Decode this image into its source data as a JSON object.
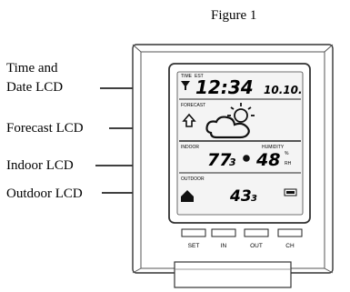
{
  "figure": {
    "title": "Figure 1"
  },
  "callouts": {
    "time_date_line1": "Time and",
    "time_date_line2": "Date LCD",
    "forecast": "Forecast LCD",
    "indoor": "Indoor LCD",
    "outdoor": "Outdoor LCD"
  },
  "lcd": {
    "time_label": "TIME",
    "zone_label": "EST",
    "time": "12:34",
    "date": "10.10.",
    "forecast_label": "FORECAST",
    "indoor_label": "INDOOR",
    "humidity_label": "HUMIDITY",
    "indoor_temp": "77",
    "indoor_temp_decimal": "3",
    "indoor_humidity": "48",
    "rh_label": "RH",
    "outdoor_label": "OUTDOOR",
    "outdoor_temp": "43",
    "outdoor_temp_decimal": "3"
  },
  "buttons": [
    "SET",
    "IN",
    "OUT",
    "CH"
  ],
  "icons": {
    "signal": "signal-tower-icon",
    "trend": "arrow-up-icon",
    "weather": "sun-behind-cloud-icon",
    "comfort": "comfort-indicator-icon",
    "outdoor_house": "house-icon",
    "battery": "battery-icon"
  }
}
